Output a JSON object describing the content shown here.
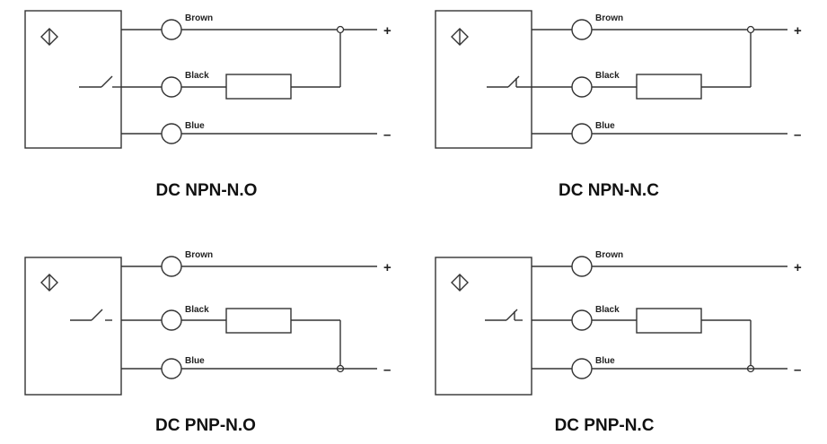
{
  "wire_labels": {
    "brown": "Brown",
    "black": "Black",
    "blue": "Blue"
  },
  "signs": {
    "plus": "+",
    "minus": "–"
  },
  "diagrams": [
    {
      "title": "DC NPN-N.O"
    },
    {
      "title": "DC NPN-N.C"
    },
    {
      "title": "DC PNP-N.O"
    },
    {
      "title": "DC PNP-N.C"
    }
  ]
}
